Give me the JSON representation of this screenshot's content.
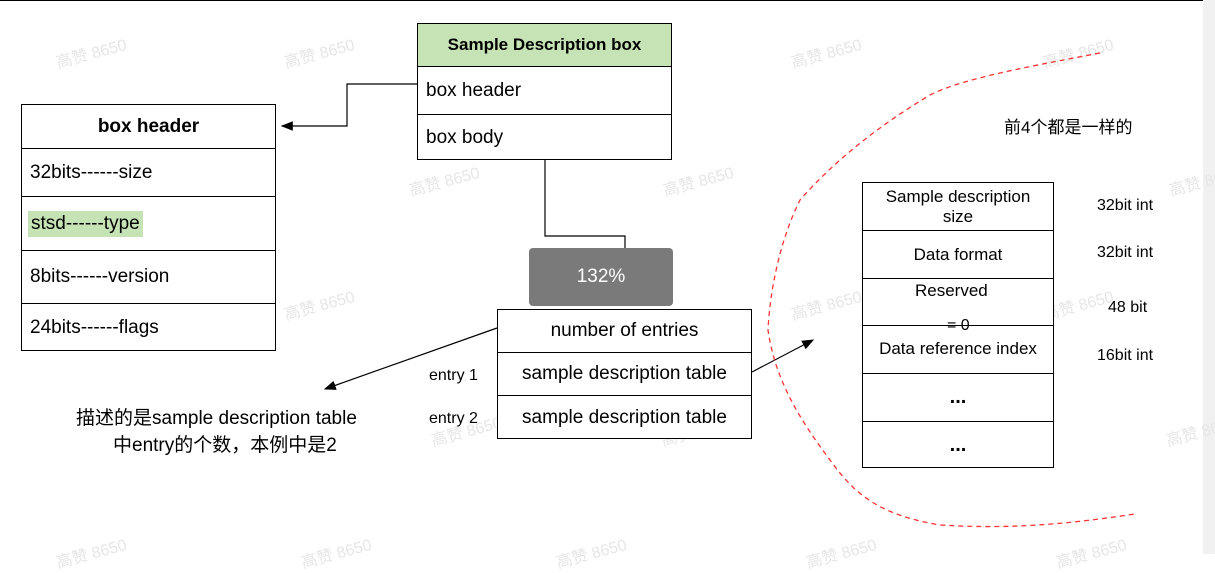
{
  "watermark": "高赞 8650",
  "sdbox": {
    "title": "Sample Description box",
    "rows": [
      "box header",
      "box body"
    ],
    "title_bg": "#c5e3b5"
  },
  "box_header": {
    "title": "box header",
    "rows": [
      "32bits------size",
      "stsd------type",
      "8bits------version",
      "24bits------flags"
    ],
    "highlight_color": "#c5e3b5"
  },
  "zoom_badge": "132%",
  "entries_box": {
    "rows": [
      "number of entries",
      "sample description table",
      "sample description table"
    ],
    "entry_labels": [
      "entry 1",
      "entry 2"
    ]
  },
  "note": {
    "line1": "描述的是sample description table",
    "line2": "中entry的个数，本例中是2"
  },
  "right_table": {
    "note": "前4个都是一样的",
    "rows": [
      {
        "label": "Sample description size",
        "type": "32bit int"
      },
      {
        "label": "Data format",
        "type": "32bit int"
      },
      {
        "label": "Reserved",
        "sub": "= 0",
        "type": "48 bit"
      },
      {
        "label": "Data reference index",
        "type": "16bit int"
      },
      {
        "label": "...",
        "type": ""
      },
      {
        "label": "...",
        "type": ""
      }
    ]
  },
  "colors": {
    "dashed_curve": "#ff3333",
    "badge": "#7a7a7a"
  }
}
